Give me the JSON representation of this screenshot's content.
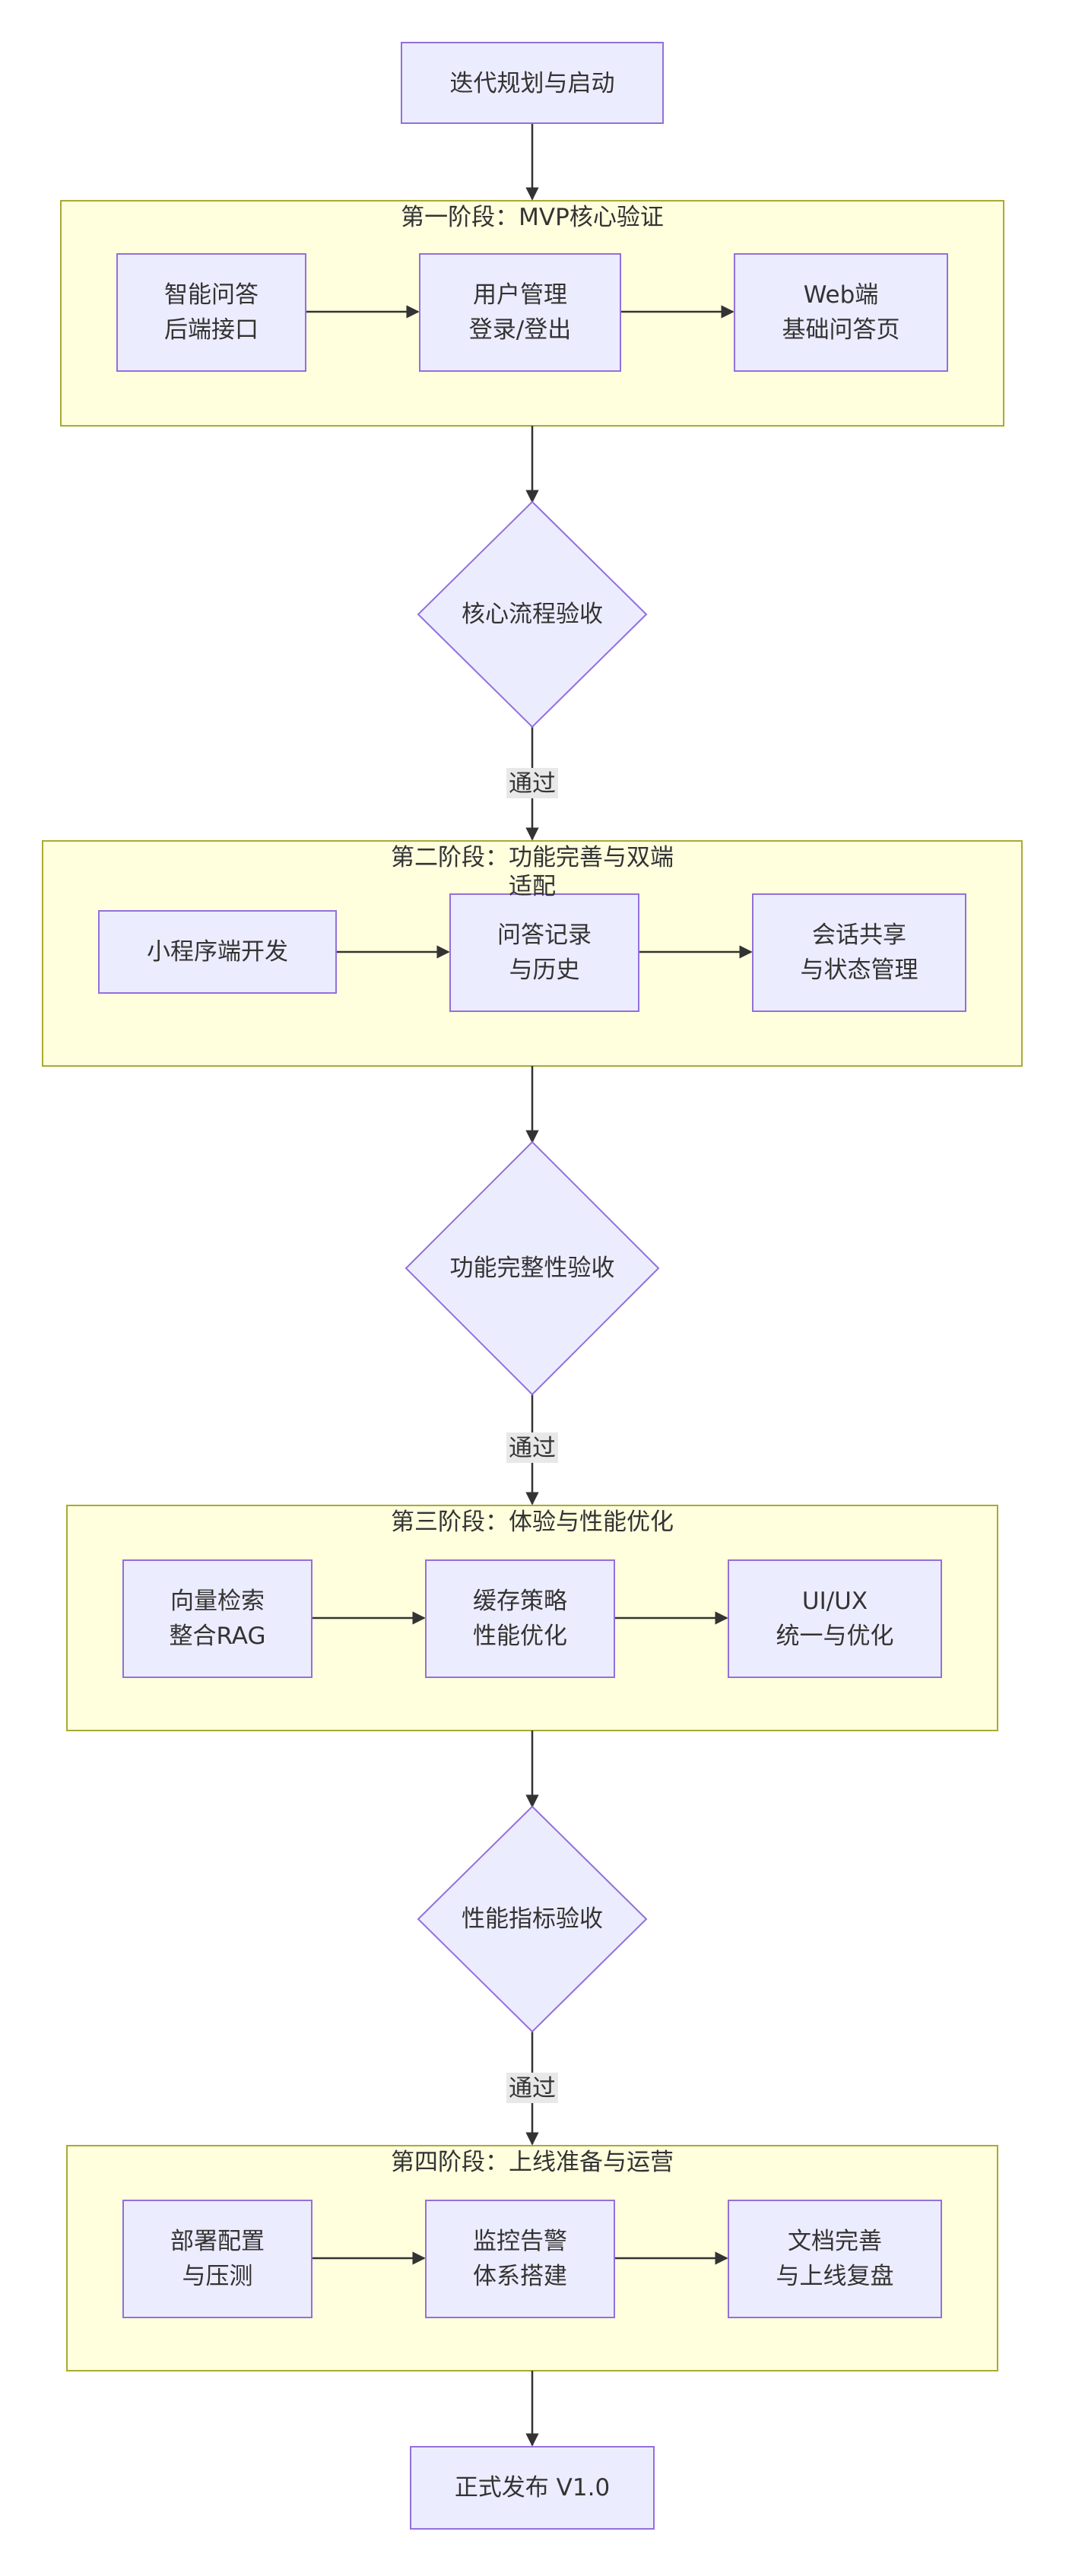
{
  "nodes": {
    "start": "迭代规划与启动",
    "p1_a": [
      "智能问答",
      "后端接口"
    ],
    "p1_b": [
      "用户管理",
      "登录/登出"
    ],
    "p1_c": [
      "Web端",
      "基础问答页"
    ],
    "d1": "核心流程验收",
    "p2_a": "小程序端开发",
    "p2_b": [
      "问答记录",
      "与历史"
    ],
    "p2_c": [
      "会话共享",
      "与状态管理"
    ],
    "d2": "功能完整性验收",
    "p3_a": [
      "向量检索",
      "整合RAG"
    ],
    "p3_b": [
      "缓存策略",
      "性能优化"
    ],
    "p3_c": [
      "UI/UX",
      "统一与优化"
    ],
    "d3": "性能指标验收",
    "p4_a": [
      "部署配置",
      "与压测"
    ],
    "p4_b": [
      "监控告警",
      "体系搭建"
    ],
    "p4_c": [
      "文档完善",
      "与上线复盘"
    ],
    "end": "正式发布 V1.0"
  },
  "clusters": {
    "phase1": "第一阶段：MVP核心验证",
    "phase2": [
      "第二阶段：功能完善与双端",
      "适配"
    ],
    "phase3": "第三阶段：体验与性能优化",
    "phase4": "第四阶段：上线准备与运营"
  },
  "edge_labels": {
    "pass1": "通过",
    "pass2": "通过",
    "pass3": "通过"
  },
  "colors": {
    "node_fill": "#ECECFF",
    "node_stroke": "#9370DB",
    "cluster_fill": "#FFFFDE",
    "cluster_stroke": "#AAAA33",
    "edge": "#333333",
    "edge_label_bg": "#E8E8E8"
  }
}
